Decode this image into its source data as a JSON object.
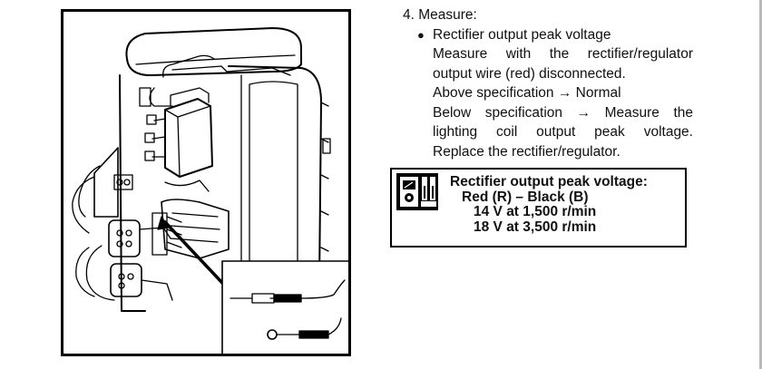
{
  "step": {
    "heading": "4. Measure:",
    "bullet": "Rectifier output peak voltage",
    "lines": [
      "Measure with the rectifier/regulator",
      "output wire (red) disconnected.",
      "Above specification → Normal",
      "Below specification → Measure the",
      "lighting coil output peak voltage.",
      "Replace the rectifier/regulator."
    ]
  },
  "spec": {
    "icon": "multimeter-icon",
    "title": "Rectifier output peak voltage:",
    "leads": "Red (R) – Black (B)",
    "values": [
      "14 V at 1,500 r/min",
      "18 V at 3,500 r/min"
    ]
  },
  "figure": {
    "subject": "engine-rectifier-illustration"
  }
}
